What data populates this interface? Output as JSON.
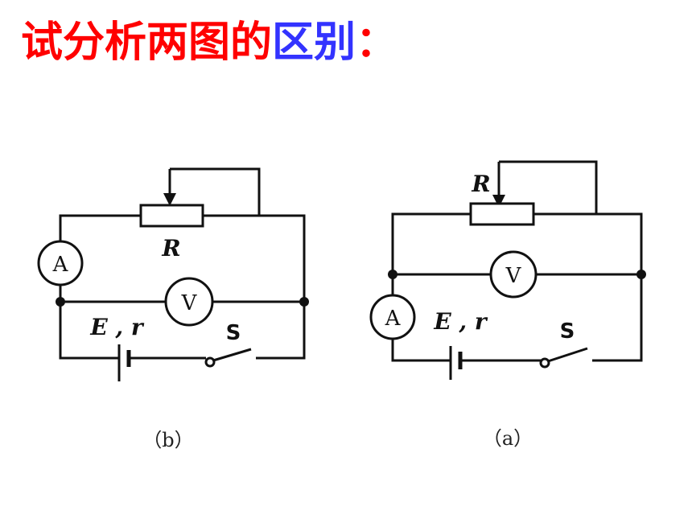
{
  "title": {
    "part1": "试分析两图的",
    "part2": "区别",
    "colon": "：",
    "color_main": "#ff0000",
    "color_highlight": "#3333ff"
  },
  "circuit_b": {
    "caption": "（b）",
    "resistor_label": "R",
    "ammeter": "A",
    "voltmeter": "V",
    "source_label": "E , r",
    "switch_label": "S"
  },
  "circuit_a": {
    "caption": "（a）",
    "resistor_label": "R",
    "ammeter": "A",
    "voltmeter": "V",
    "source_label": "E , r",
    "switch_label": "S"
  }
}
